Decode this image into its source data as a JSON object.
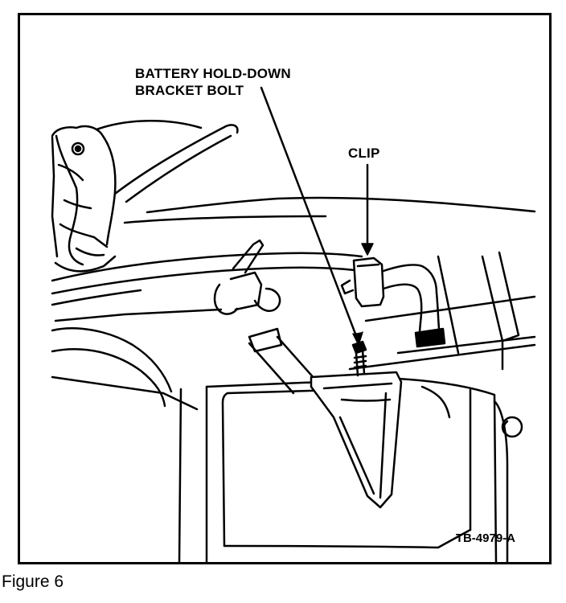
{
  "figure": {
    "caption": "Figure 6",
    "id_code": "TB-4979-A"
  },
  "callouts": {
    "bolt_line1": "BATTERY HOLD-DOWN",
    "bolt_line2": "BRACKET BOLT",
    "clip": "CLIP"
  },
  "colors": {
    "ink": "#000000",
    "paper": "#ffffff"
  }
}
